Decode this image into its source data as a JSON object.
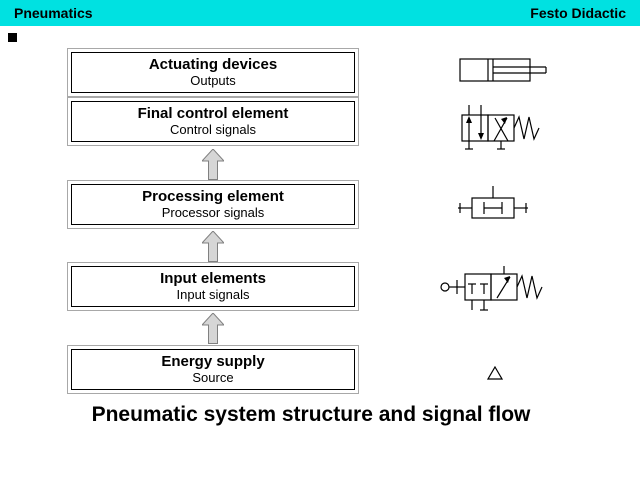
{
  "header": {
    "left_title": "Pneumatics",
    "right_title": "Festo Didactic"
  },
  "diagram": {
    "blocks": [
      {
        "title": "Actuating devices",
        "subtitle": "Outputs"
      },
      {
        "title": "Final control element",
        "subtitle": "Control signals"
      },
      {
        "title": "Processing element",
        "subtitle": "Processor signals"
      },
      {
        "title": "Input elements",
        "subtitle": "Input signals"
      },
      {
        "title": "Energy supply",
        "subtitle": "Source"
      }
    ],
    "symbols": [
      "double-acting-cylinder-symbol",
      "five-two-way-valve-symbol",
      "dual-pressure-valve-symbol",
      "three-two-way-valve-symbol",
      "air-supply-triangle-symbol"
    ]
  },
  "caption": "Pneumatic system structure and signal flow",
  "colors": {
    "header_bg": "#00e1e1",
    "box_border_outer": "#a8a8a8",
    "arrow_fill": "#d6d6d6",
    "arrow_stroke": "#808080"
  }
}
